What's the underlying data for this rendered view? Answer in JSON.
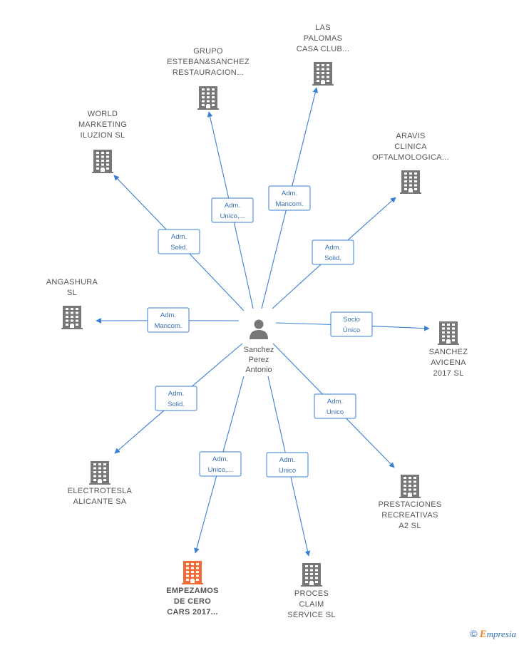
{
  "colors": {
    "edge": "#3a7fd5",
    "building": "#777777",
    "highlight": "#f26a35",
    "label": "#555555"
  },
  "center": {
    "lines": [
      "Sanchez",
      "Perez",
      "Antonio"
    ],
    "icon": "person-icon"
  },
  "companies": [
    {
      "id": "las-palomas",
      "lines": [
        "LAS",
        "PALOMAS",
        "CASA CLUB..."
      ],
      "relation": [
        "Adm.",
        "Mancom."
      ],
      "highlight": false
    },
    {
      "id": "grupo-esteban",
      "lines": [
        "GRUPO",
        "ESTEBAN&SANCHEZ",
        "RESTAURACION..."
      ],
      "relation": [
        "Adm.",
        "Unico,..."
      ],
      "highlight": false
    },
    {
      "id": "world-marketing",
      "lines": [
        "WORLD",
        "MARKETING",
        "ILUZION  SL"
      ],
      "relation": [
        "Adm.",
        "Solid."
      ],
      "highlight": false
    },
    {
      "id": "aravis",
      "lines": [
        "ARAVIS",
        "CLINICA",
        "OFTALMOLOGICA..."
      ],
      "relation": [
        "Adm.",
        "Solid."
      ],
      "highlight": false
    },
    {
      "id": "angashura",
      "lines": [
        "ANGASHURA",
        "SL"
      ],
      "relation": [
        "Adm.",
        "Mancom."
      ],
      "highlight": false
    },
    {
      "id": "sanchez-avicena",
      "lines": [
        "SANCHEZ",
        "AVICENA",
        "2017  SL"
      ],
      "relation": [
        "Socio",
        "Único"
      ],
      "highlight": false
    },
    {
      "id": "electrotesla",
      "lines": [
        "ELECTROTESLA",
        "ALICANTE SA"
      ],
      "relation": [
        "Adm.",
        "Solid."
      ],
      "highlight": false
    },
    {
      "id": "prestaciones",
      "lines": [
        "PRESTACIONES",
        "RECREATIVAS",
        "A2 SL"
      ],
      "relation": [
        "Adm.",
        "Unico"
      ],
      "highlight": false
    },
    {
      "id": "empezamos",
      "lines": [
        "EMPEZAMOS",
        "DE CERO",
        "CARS 2017..."
      ],
      "relation": [
        "Adm.",
        "Unico,..."
      ],
      "highlight": true
    },
    {
      "id": "proces-claim",
      "lines": [
        "PROCES",
        "CLAIM",
        "SERVICE SL"
      ],
      "relation": [
        "Adm.",
        "Unico"
      ],
      "highlight": false
    }
  ],
  "brand": {
    "copyright": "©",
    "initial": "E",
    "rest": "mpresia"
  }
}
